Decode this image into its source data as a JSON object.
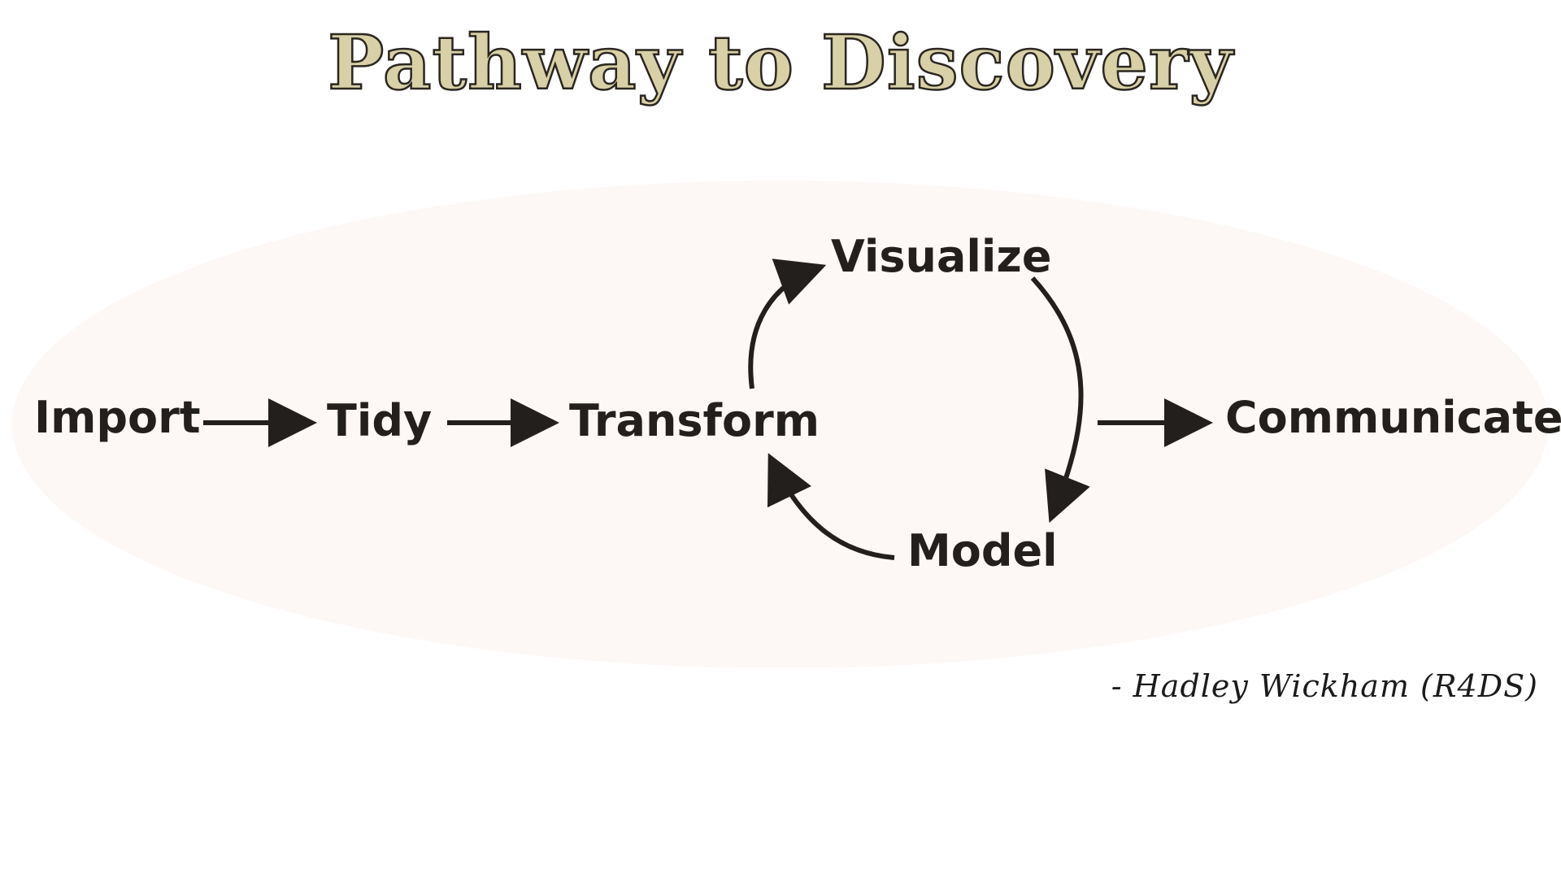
{
  "title": "Pathway to Discovery",
  "nodes": {
    "import": "Import",
    "tidy": "Tidy",
    "transform": "Transform",
    "visualize": "Visualize",
    "model": "Model",
    "communicate": "Communicate"
  },
  "attribution": "- Hadley Wickham (R4DS)",
  "colors": {
    "title_fill": "#d8d0a6",
    "title_outline": "#2a2620",
    "ellipse_fill": "#fdf8f6",
    "ink": "#231f1c"
  }
}
